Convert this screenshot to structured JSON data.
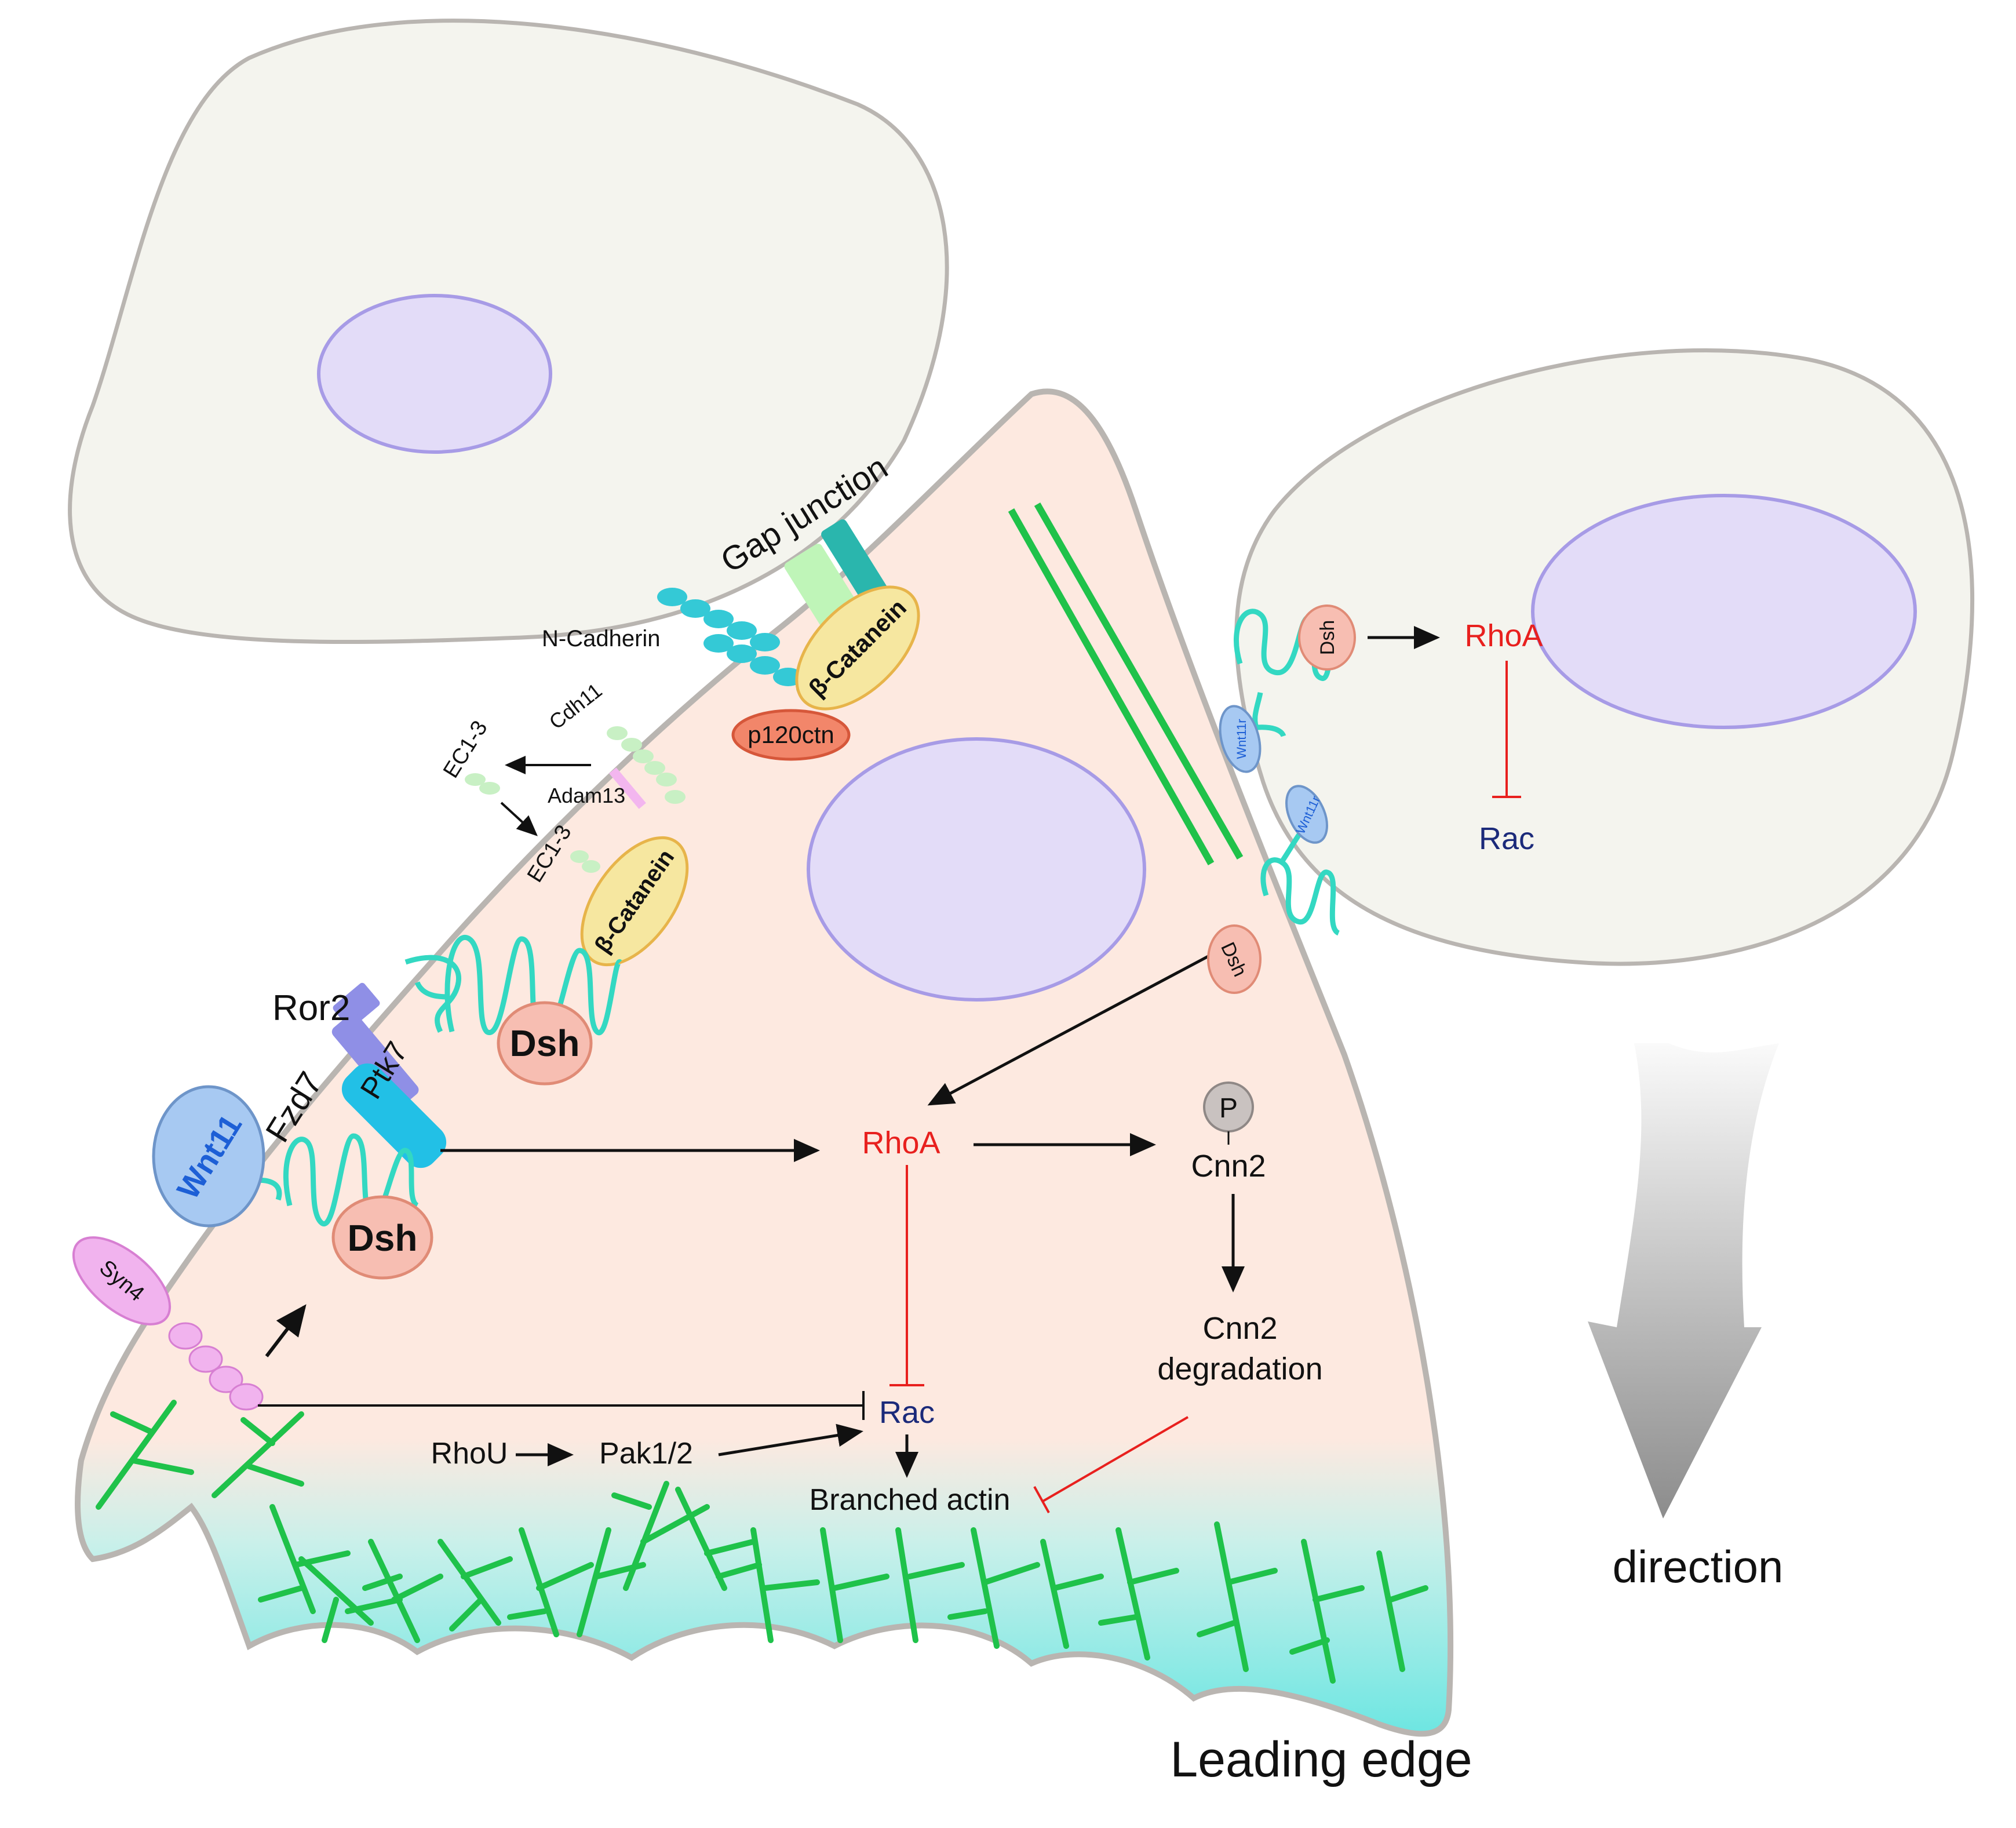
{
  "colors": {
    "cell_gray": "#f4f4ee",
    "cell_pink": "#fde9e0",
    "cell_outline": "#b9b5b1",
    "nucleus": "#e3dcf8",
    "nucleus_outline": "#a79be6",
    "receptor": "#33d8c2",
    "dsh": "#f7beb2",
    "beta_catenin": "#f6e7a0",
    "p120": "#f2866a",
    "wnt": "#a7c9f2",
    "ror2": "#8f8fe6",
    "ptk7": "#22c0e6",
    "syn4": "#f1b3ee",
    "actin": "#1fc24a",
    "leading_edge": "#7feae4",
    "rhoa_text": "#e8201e",
    "rac_text": "#1b2a7a",
    "inhibit_line": "#e8201e"
  },
  "labels": {
    "gap_junction": "Gap junction",
    "n_cadherin": "N-Cadherin",
    "beta_catenin_top": "β-Catanein",
    "p120ctn": "p120ctn",
    "cdh11": "Cdh11",
    "ec13_top": "EC1-3",
    "adam13": "Adam13",
    "ec13_bottom": "EC1-3",
    "beta_catenin_mid": "β-Catanein",
    "ror2": "Ror2",
    "dsh_mid": "Dsh",
    "fzd7": "Fzd7",
    "ptk7": "Ptk7",
    "wnt11": "Wnt11",
    "dsh_low": "Dsh",
    "syn4": "Syn4",
    "rhoa_center": "RhoA",
    "p_mark": "P",
    "cnn2": "Cnn2",
    "cnn2_degradation_line1": "Cnn2",
    "cnn2_degradation_line2": "degradation",
    "rac_center": "Rac",
    "rhou": "RhoU",
    "pak12": "Pak1/2",
    "branched_actin": "Branched actin",
    "leading_edge": "Leading edge",
    "direction": "direction",
    "dsh_right_top": "Dsh",
    "wnt11r_top": "Wnt11r",
    "rhoa_right": "RhoA",
    "rac_right": "Rac",
    "wnt11r_bottom": "Wnt11r",
    "dsh_right_bottom": "Dsh"
  }
}
